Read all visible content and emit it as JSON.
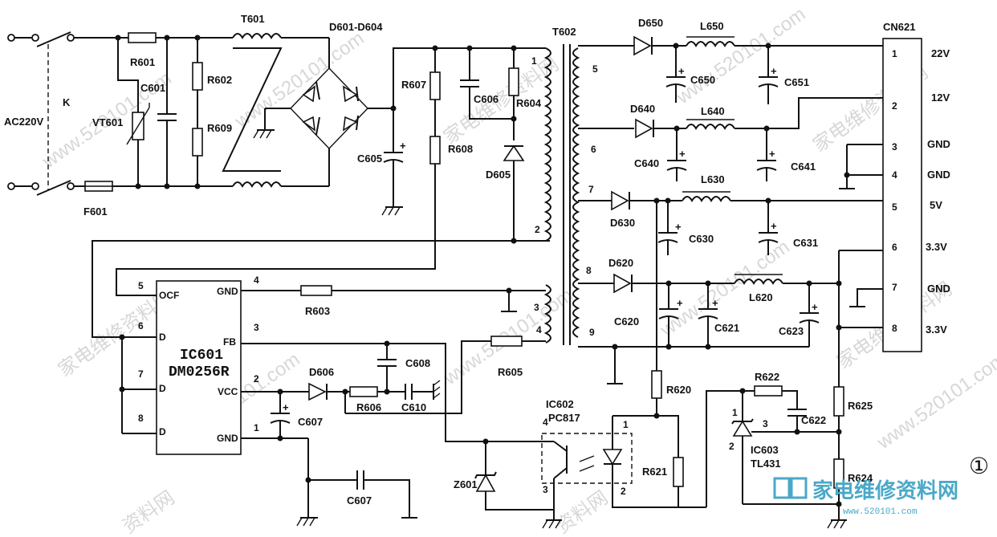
{
  "input": {
    "voltage_label": "AC220V",
    "switch_label": "K",
    "fuse": "F601"
  },
  "emi": {
    "transformer": "T601",
    "r601": "R601",
    "c601": "C601",
    "vt601": "VT601",
    "r602": "R602",
    "r609": "R609"
  },
  "rectifier": {
    "bridge": "D601-D604",
    "c605": "C605"
  },
  "snubber": {
    "r607": "R607",
    "r608": "R608",
    "c606": "C606",
    "r604": "R604",
    "d605": "D605"
  },
  "transformer": {
    "name": "T602",
    "pins": [
      "1",
      "2",
      "3",
      "4",
      "5",
      "6",
      "7",
      "8",
      "9"
    ]
  },
  "controller": {
    "name": "IC601",
    "part": "DM0256R",
    "pin_labels": [
      "OCF",
      "D",
      "D",
      "D",
      "GND",
      "FB",
      "VCC",
      "GND"
    ],
    "pin_numbers": [
      "5",
      "6",
      "7",
      "8",
      "4",
      "3",
      "2",
      "1"
    ]
  },
  "aux": {
    "r603": "R603",
    "r605": "R605",
    "r606": "R606",
    "d606": "D606",
    "c607a": "C607",
    "c607b": "C607",
    "c608": "C608",
    "c610": "C610",
    "z601": "Z601"
  },
  "outputs": [
    {
      "diode": "D650",
      "inductor": "L650",
      "cap1": "C650",
      "cap2": "C651"
    },
    {
      "diode": "D640",
      "inductor": "L640",
      "cap1": "C640",
      "cap2": "C641"
    },
    {
      "diode": "D630",
      "inductor": "L630",
      "cap1": "C630",
      "cap2": "C631"
    },
    {
      "diode": "D620",
      "inductor": "L620",
      "cap1": "C620",
      "cap2": "C621",
      "cap3": "C623"
    }
  ],
  "feedback": {
    "optocoupler": "IC602",
    "optocoupler_part": "PC817",
    "opto_pins": [
      "4",
      "3",
      "1",
      "2"
    ],
    "r620": "R620",
    "r621": "R621",
    "r622": "R622",
    "c622": "C622",
    "shunt": "IC603",
    "shunt_part": "TL431",
    "shunt_pins": [
      "1",
      "2",
      "3"
    ],
    "r625": "R625",
    "r624": "R624"
  },
  "connector": {
    "name": "CN621",
    "pins": [
      {
        "num": "1",
        "signal": "22V"
      },
      {
        "num": "2",
        "signal": "12V"
      },
      {
        "num": "3",
        "signal": "GND"
      },
      {
        "num": "4",
        "signal": "GND"
      },
      {
        "num": "5",
        "signal": "5V"
      },
      {
        "num": "6",
        "signal": "3.3V"
      },
      {
        "num": "7",
        "signal": "GND"
      },
      {
        "num": "8",
        "signal": "3.3V"
      }
    ]
  },
  "figure_number": "①",
  "watermark": {
    "site": "www.520101.com",
    "brand": "家电维修资料网",
    "short": "资料网",
    "logo_text": "家电维修资料网",
    "logo_url": "www.520101.com"
  }
}
